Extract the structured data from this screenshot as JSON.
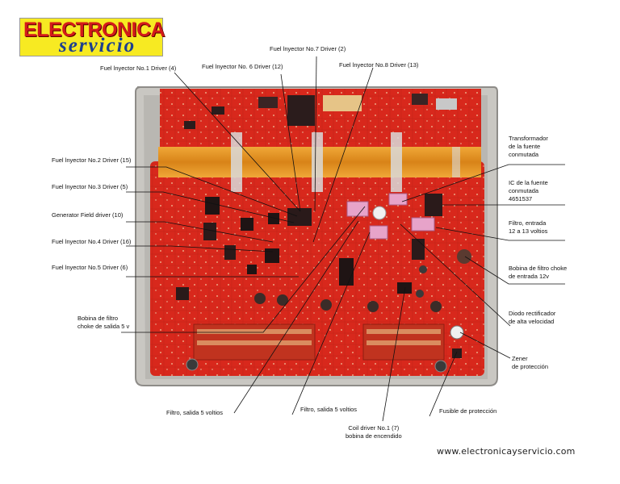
{
  "logo": {
    "brand": "ELECTRONICA",
    "sub": "servicio"
  },
  "labels": {
    "injector1": "Fuel lnyector No.1 Driver (4)",
    "injector2": "Fuel lnyector No.2 Driver (15)",
    "injector3": "Fuel lnyector No.3 Driver (5)",
    "injector4": "Fuel lnyector No.4 Driver (16)",
    "injector5": "Fuel lnyector No.5 Driver (6)",
    "injector6": "Fuel lnyector No. 6 Driver (12)",
    "injector7": "Fuel lnyector No.7 Driver (2)",
    "injector8": "Fuel lnyector No.8 Driver (13)",
    "generator": "Generator Field driver (10)",
    "bobina_salida": "Bobina de filtro\nchoke de salida 5 v",
    "filtro_salida_left": "Filtro, salida 5 voltios",
    "filtro_salida_mid": "Filtro, salida 5 voltios",
    "coil_driver": "Coil driver No.1 (7)\nbobina de encendido",
    "fusible": "Fusible de protección",
    "zener": "Zener\nde protección",
    "diodo": "Diodo rectificador\nde alta velocidad",
    "bobina_entrada": "Bobina de filtro choke\nde entrada 12v",
    "filtro_entrada": "Filtro, entrada\n12 a 13 voltios",
    "ic_fuente": "IC de la fuente\nconmutada\n4651537",
    "transformador": "Transformador\nde la fuente\nconmutada"
  },
  "footer": {
    "url": "www.electronicayservicio.com"
  },
  "colors": {
    "pcb": "#d8281c",
    "pcb_dark": "#b61f15",
    "housing": "#c9c7c2",
    "flex_cable": "#e0901f",
    "logo_bg": "#f7ea22",
    "logo_red": "#d31a1a",
    "logo_blue": "#1d3f8f"
  }
}
